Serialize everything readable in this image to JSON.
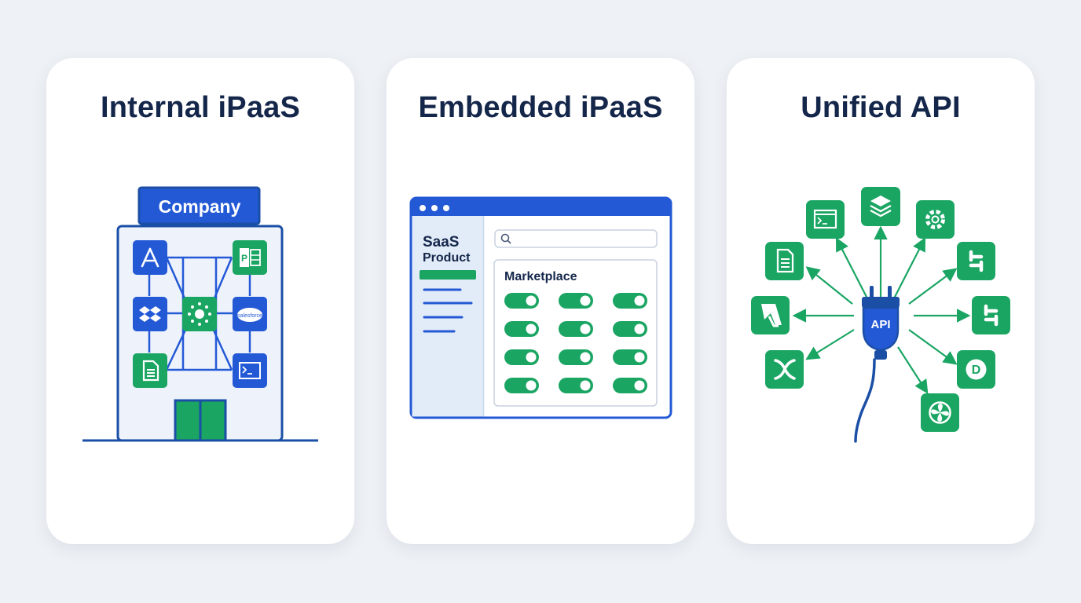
{
  "colors": {
    "blue": "#2459d6",
    "dark_blue": "#1b4fa6",
    "green": "#1aa563",
    "navy": "#14264a"
  },
  "cards": [
    {
      "title": "Internal iPaaS",
      "sign": "Company",
      "icons": [
        "app-store-icon",
        "project-icon",
        "dropbox-icon",
        "hub-icon",
        "salesforce-icon",
        "document-icon",
        "terminal-icon"
      ],
      "salesforce_label": "salesforce"
    },
    {
      "title": "Embedded iPaaS",
      "sidebar_title_line1": "SaaS",
      "sidebar_title_line2": "Product",
      "marketplace_label": "Marketplace",
      "toggle_rows": 4,
      "toggle_cols": 3
    },
    {
      "title": "Unified API",
      "plug_label": "API",
      "icons": [
        "terminal-icon",
        "layers-icon",
        "gear-icon",
        "slack-icon",
        "slack-icon",
        "document-icon",
        "x-icon",
        "xero-icon",
        "d-icon",
        "fan-icon"
      ]
    }
  ]
}
